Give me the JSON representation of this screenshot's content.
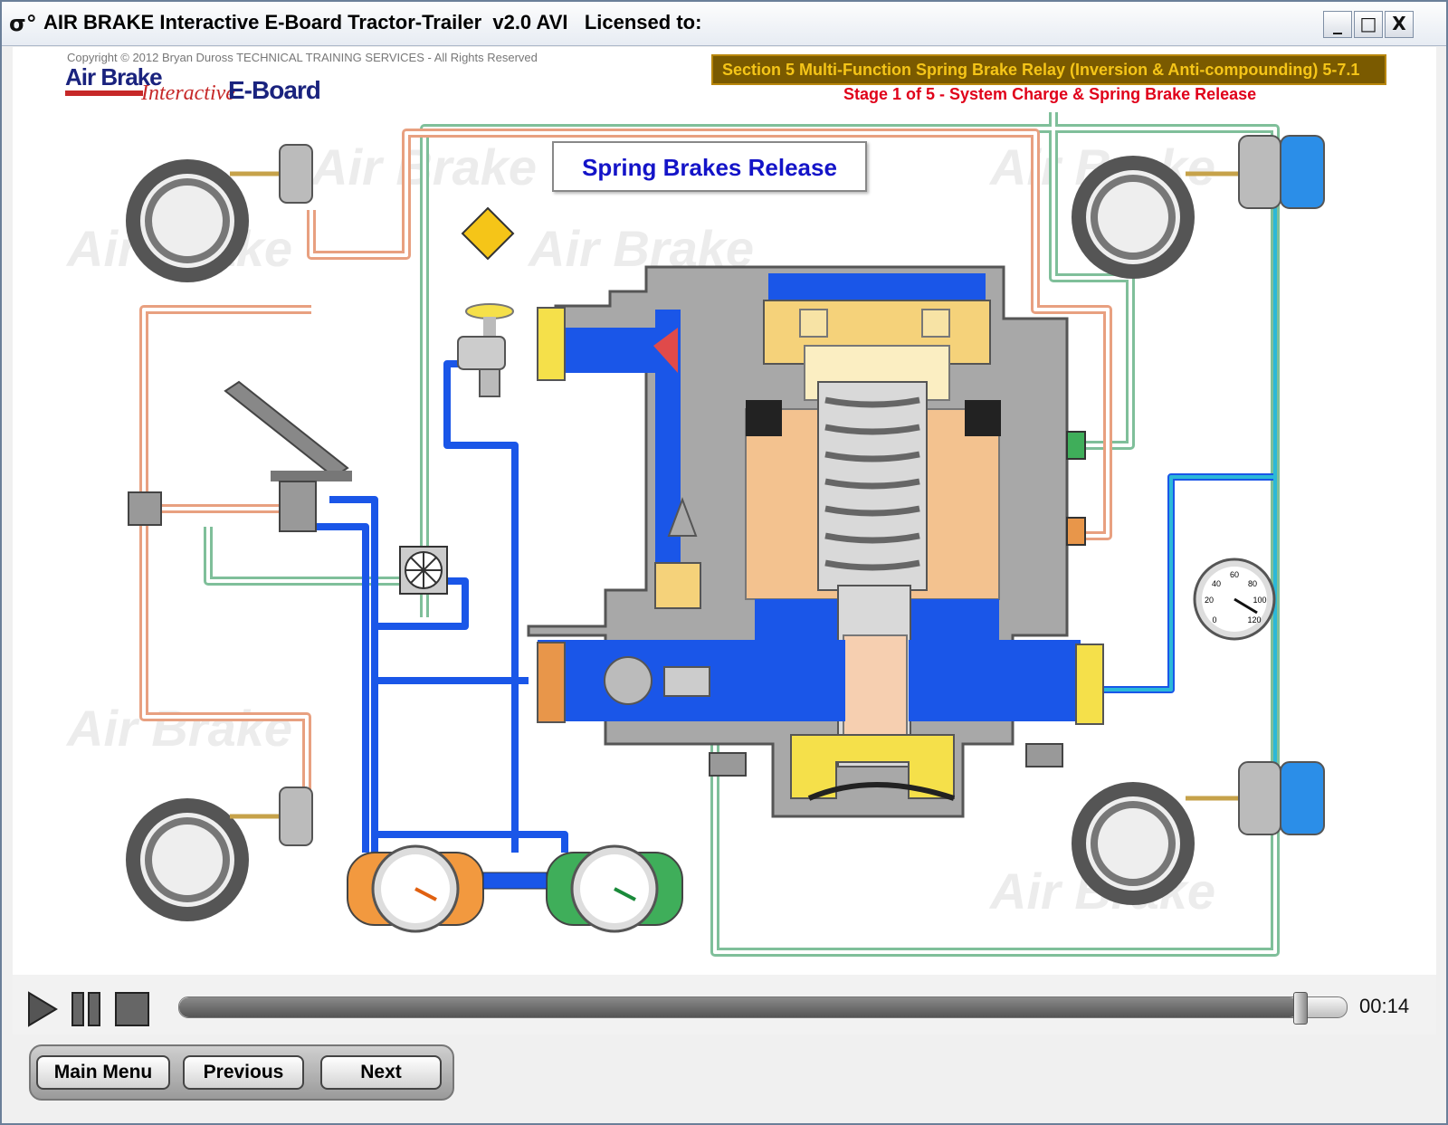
{
  "window": {
    "title": "AIR BRAKE Interactive E-Board Tractor-Trailer  v2.0 AVI   Licensed to:",
    "icon_text": "σ°",
    "controls": {
      "minimize": "_",
      "maximize": "□",
      "close": "X"
    }
  },
  "header": {
    "copyright": "Copyright © 2012 Bryan Duross TECHNICAL TRAINING SERVICES - All Rights Reserved",
    "logo": {
      "air_brake": "Air Brake",
      "interactive": "Interactive",
      "eboard": "E-Board"
    },
    "section": "Section 5  Multi-Function Spring Brake Relay (Inversion & Anti-compounding) 5-7.1",
    "stage": "Stage 1 of 5 - System Charge & Spring Brake Release"
  },
  "diagram": {
    "callout": "Spring Brakes Release",
    "gauge_ticks": [
      "60",
      "80",
      "40",
      "100",
      "20",
      "120",
      "0"
    ],
    "watermark": "Air Brake",
    "colors": {
      "supply_air": "#1a56e8",
      "control_line": "#7fbf9a",
      "service_line": "#e8a080",
      "spring_brake_body": "#f5d27a",
      "spring_cavity": "#f3c28f",
      "valve_body": "#a8a8a8",
      "reservoir_primary": "#f2993f",
      "reservoir_secondary": "#3fae5a",
      "callout_text": "#1414c8",
      "section_box": "#7a5a00",
      "section_text": "#f5c518",
      "stage_text": "#e0001a"
    }
  },
  "player": {
    "time": "00:14",
    "progress": 0.96,
    "icons": [
      "play-icon",
      "pause-icon",
      "stop-icon"
    ]
  },
  "nav": {
    "main_menu": "Main Menu",
    "previous": "Previous",
    "next": "Next"
  }
}
